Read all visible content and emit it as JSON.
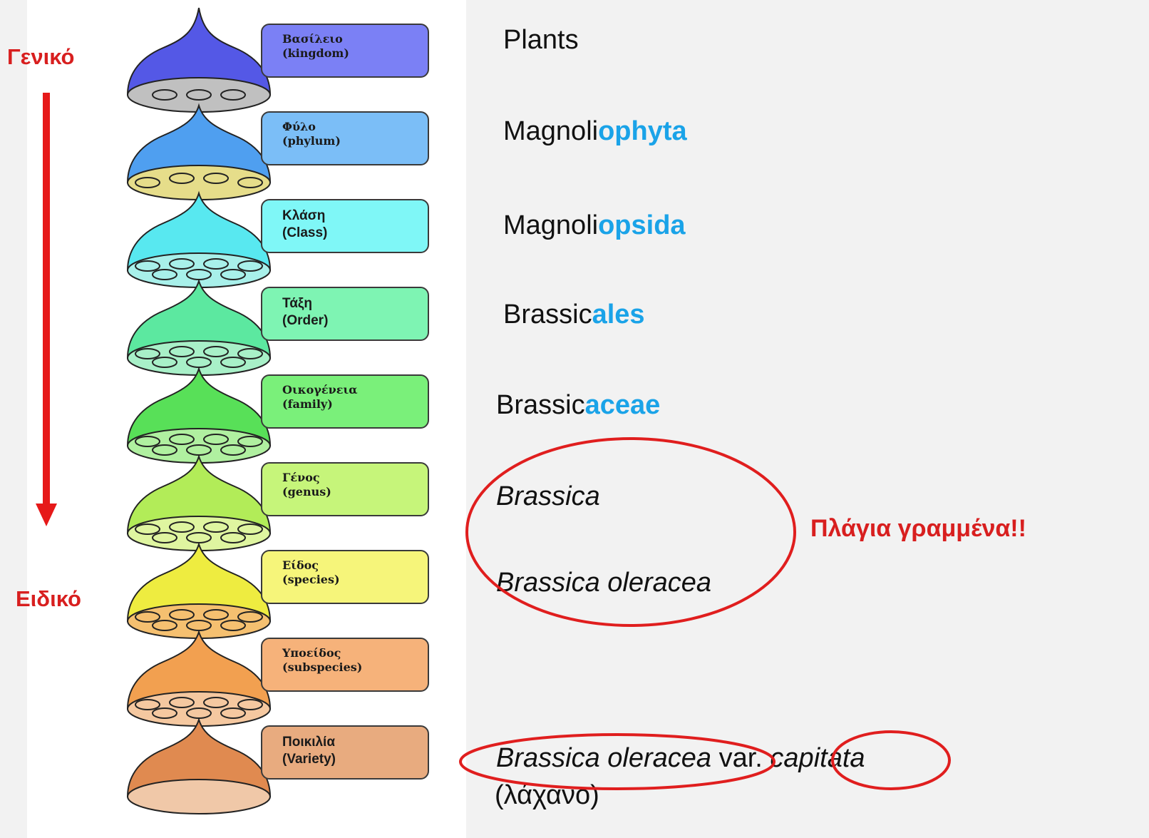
{
  "side_labels": {
    "general": "Γενικό",
    "specific": "Ειδικό"
  },
  "ranks": [
    {
      "name": "Βασίλειο",
      "en": "(kingdom)",
      "color": "#7b80f5",
      "bulb": "#5458e6",
      "cells": "#c0c0c0",
      "font": "serif"
    },
    {
      "name": "Φύλο",
      "en": "(phylum)",
      "color": "#7bbef7",
      "bulb": "#4f9ff0",
      "cells": "#e6dd8a",
      "font": "serif"
    },
    {
      "name": "Κλάση",
      "en": "(Class)",
      "color": "#7ff7f7",
      "bulb": "#58e8f0",
      "cells": "#a8f0ea",
      "font": "sans"
    },
    {
      "name": "Τάξη",
      "en": "(Order)",
      "color": "#7ef4b3",
      "bulb": "#5ce8a0",
      "cells": "#a8f0c8",
      "font": "sans"
    },
    {
      "name": "Οικογένεια",
      "en": "(family)",
      "color": "#7af07a",
      "bulb": "#58e058",
      "cells": "#b0f0a0",
      "font": "serif"
    },
    {
      "name": "Γένος",
      "en": "(genus)",
      "color": "#c6f57a",
      "bulb": "#b2ec58",
      "cells": "#dff5a0",
      "font": "serif"
    },
    {
      "name": "Είδος",
      "en": "(species)",
      "color": "#f6f57a",
      "bulb": "#eeec40",
      "cells": "#f5c070",
      "font": "serif"
    },
    {
      "name": "Υποείδος",
      "en": "(subspecies)",
      "color": "#f6b27a",
      "bulb": "#f2a050",
      "cells": "#f5c8a0",
      "font": "serif"
    },
    {
      "name": "Ποικιλία",
      "en": "(Variety)",
      "color": "#e8ab7f",
      "bulb": "#e08a50",
      "cells": "#f0c8a8",
      "font": "sans"
    }
  ],
  "taxa": {
    "kingdom": "Plants",
    "phylum_root": "Magnoli",
    "phylum_suffix": "ophyta",
    "class_root": "Magnoli",
    "class_suffix": "opsida",
    "order_root": "Brassic",
    "order_suffix": "ales",
    "family_root": "Brassic",
    "family_suffix": "aceae",
    "genus": "Brassica",
    "species": "Brassica oleracea",
    "variety_species": "Brassica oleracea",
    "variety_connector": "var.",
    "variety_epithet": "capitata",
    "variety_common": "(λάχανο)"
  },
  "note": "Πλάγια γραμμένα!!",
  "colors": {
    "accent_red": "#d81f1f",
    "suffix_blue": "#1aa3e8"
  }
}
